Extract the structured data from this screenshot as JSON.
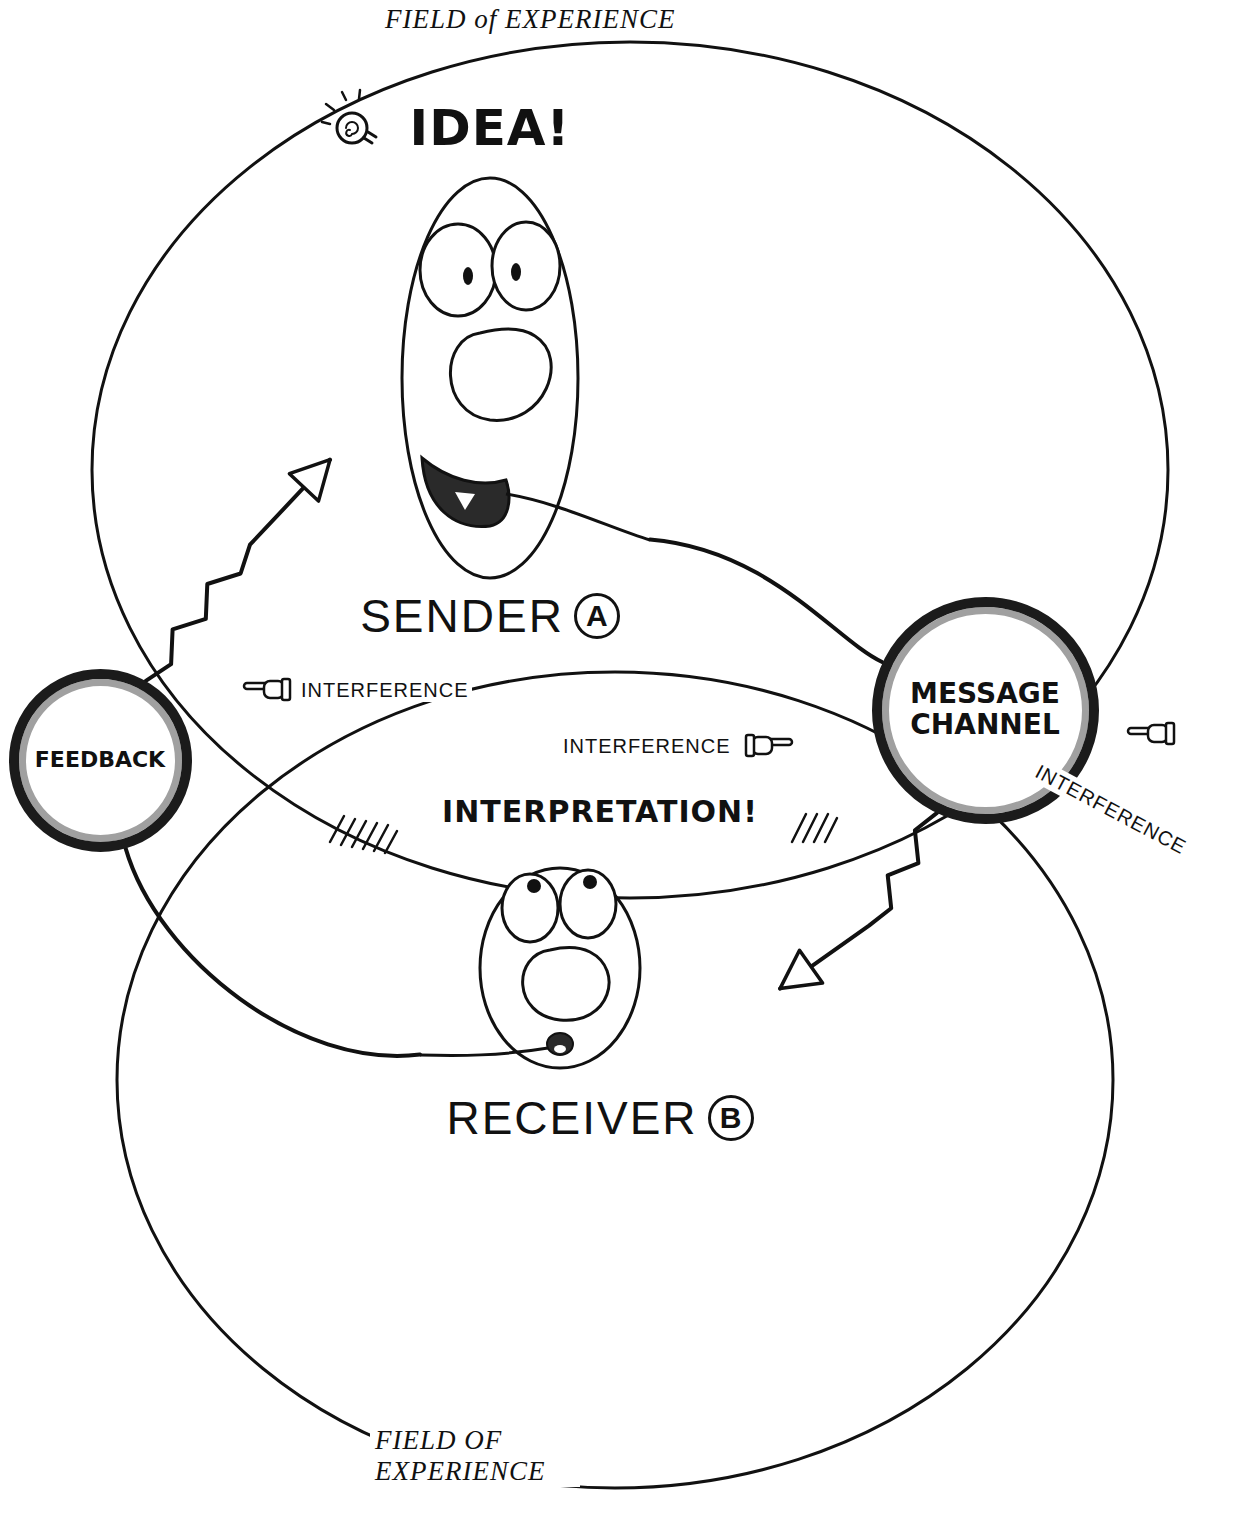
{
  "diagram": {
    "nodes": [
      {
        "text": [
          "FIELD of EXPERIENCE"
        ]
      },
      {
        "text": [
          "IDEA!",
          "SENDER"
        ],
        "in": 0
      },
      {
        "text": [
          "A"
        ],
        "in": 1
      },
      {
        "text": [
          "MESSAGE CHANNEL"
        ]
      },
      {
        "text": [
          "FEEDBACK"
        ]
      },
      {
        "text": [
          "FIELD OF EXPERIENCE"
        ]
      },
      {
        "text": [
          "INTERPRETATION!",
          "RECEIVER"
        ],
        "in": 5
      },
      {
        "text": [
          "B"
        ],
        "in": 6
      }
    ],
    "edges": [
      {
        "from": 1,
        "to": 3,
        "arrow": "none"
      },
      {
        "from": 3,
        "to": 6,
        "arrow": "to"
      },
      {
        "from": 6,
        "to": 4,
        "arrow": "none"
      },
      {
        "from": 4,
        "to": 1,
        "arrow": "to"
      }
    ],
    "labels": [
      "INTERFERENCE",
      "INTERFERENCE",
      "INTERFERENCE"
    ]
  }
}
